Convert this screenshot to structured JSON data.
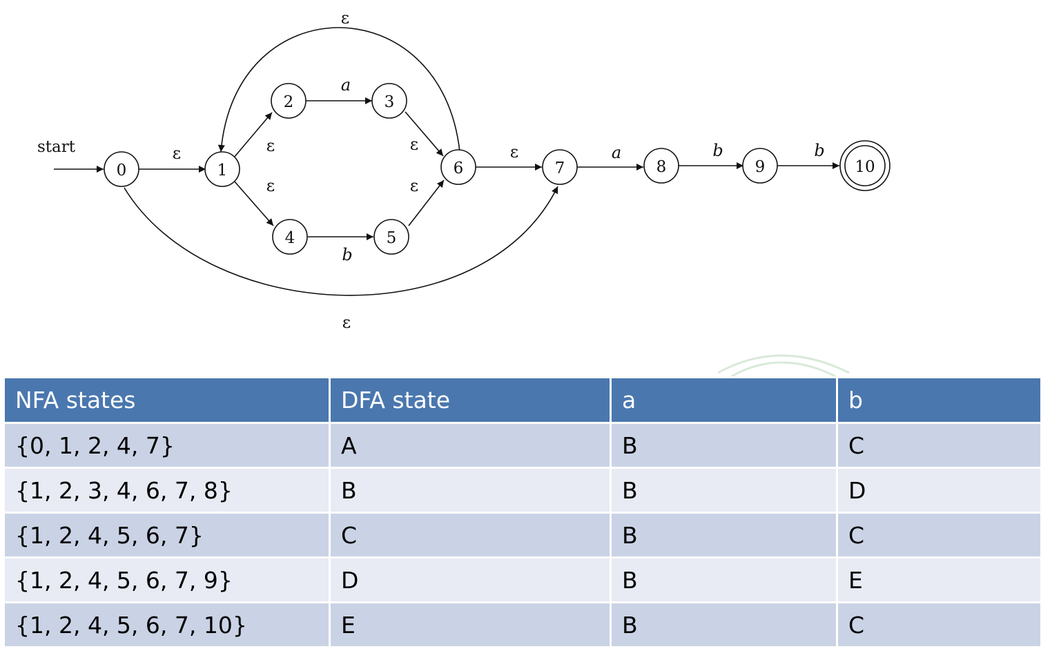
{
  "diagram": {
    "start_label": "start",
    "states": [
      "0",
      "1",
      "2",
      "3",
      "4",
      "5",
      "6",
      "7",
      "8",
      "9",
      "10"
    ],
    "accepting_state": "10",
    "edges": [
      {
        "from": "start",
        "to": "0",
        "label": ""
      },
      {
        "from": "0",
        "to": "1",
        "label": "ε"
      },
      {
        "from": "1",
        "to": "2",
        "label": "ε"
      },
      {
        "from": "1",
        "to": "4",
        "label": "ε"
      },
      {
        "from": "2",
        "to": "3",
        "label": "a"
      },
      {
        "from": "4",
        "to": "5",
        "label": "b"
      },
      {
        "from": "3",
        "to": "6",
        "label": "ε"
      },
      {
        "from": "5",
        "to": "6",
        "label": "ε"
      },
      {
        "from": "6",
        "to": "1",
        "label": "ε"
      },
      {
        "from": "6",
        "to": "7",
        "label": "ε"
      },
      {
        "from": "0",
        "to": "7",
        "label": "ε"
      },
      {
        "from": "7",
        "to": "8",
        "label": "a"
      },
      {
        "from": "8",
        "to": "9",
        "label": "b"
      },
      {
        "from": "9",
        "to": "10",
        "label": "b"
      }
    ]
  },
  "table": {
    "header_color": "#4a77ae",
    "row_color_odd": "#cad3e5",
    "row_color_even": "#e8ebf4",
    "headers": [
      "NFA states",
      "DFA state",
      "a",
      "b"
    ],
    "rows": [
      [
        "{0, 1, 2, 4, 7}",
        "A",
        "B",
        "C"
      ],
      [
        "{1, 2, 3, 4, 6, 7, 8}",
        "B",
        "B",
        "D"
      ],
      [
        "{1, 2, 4, 5, 6, 7}",
        "C",
        "B",
        "C"
      ],
      [
        "{1, 2, 4, 5, 6, 7, 9}",
        "D",
        "B",
        "E"
      ],
      [
        "{1, 2, 4, 5, 6, 7, 10}",
        "E",
        "B",
        "C"
      ]
    ]
  }
}
